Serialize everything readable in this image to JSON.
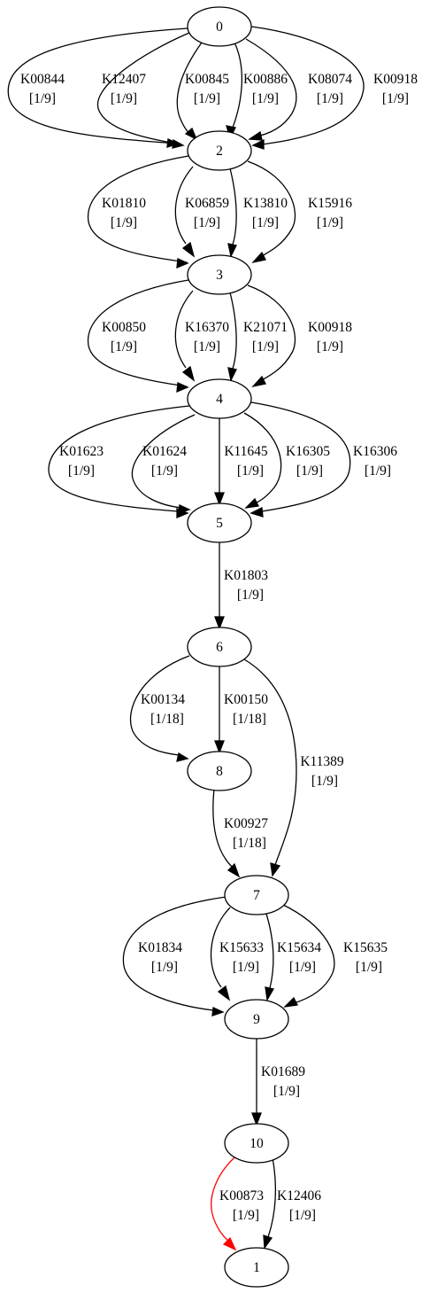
{
  "colors": {
    "default_edge": "#000000",
    "highlight_edge": "#ff0000"
  },
  "nodes": {
    "n0": "0",
    "n1": "1",
    "n2": "2",
    "n3": "3",
    "n4": "4",
    "n5": "5",
    "n6": "6",
    "n7": "7",
    "n8": "8",
    "n9": "9",
    "n10": "10"
  },
  "edges": [
    {
      "from": "0",
      "to": "2",
      "ko": "K00844",
      "weight": "[1/9]"
    },
    {
      "from": "0",
      "to": "2",
      "ko": "K12407",
      "weight": "[1/9]"
    },
    {
      "from": "0",
      "to": "2",
      "ko": "K00845",
      "weight": "[1/9]"
    },
    {
      "from": "0",
      "to": "2",
      "ko": "K00886",
      "weight": "[1/9]"
    },
    {
      "from": "0",
      "to": "2",
      "ko": "K08074",
      "weight": "[1/9]"
    },
    {
      "from": "0",
      "to": "2",
      "ko": "K00918",
      "weight": "[1/9]"
    },
    {
      "from": "2",
      "to": "3",
      "ko": "K01810",
      "weight": "[1/9]"
    },
    {
      "from": "2",
      "to": "3",
      "ko": "K06859",
      "weight": "[1/9]"
    },
    {
      "from": "2",
      "to": "3",
      "ko": "K13810",
      "weight": "[1/9]"
    },
    {
      "from": "2",
      "to": "3",
      "ko": "K15916",
      "weight": "[1/9]"
    },
    {
      "from": "3",
      "to": "4",
      "ko": "K00850",
      "weight": "[1/9]"
    },
    {
      "from": "3",
      "to": "4",
      "ko": "K16370",
      "weight": "[1/9]"
    },
    {
      "from": "3",
      "to": "4",
      "ko": "K21071",
      "weight": "[1/9]"
    },
    {
      "from": "3",
      "to": "4",
      "ko": "K00918",
      "weight": "[1/9]"
    },
    {
      "from": "4",
      "to": "5",
      "ko": "K01623",
      "weight": "[1/9]"
    },
    {
      "from": "4",
      "to": "5",
      "ko": "K01624",
      "weight": "[1/9]"
    },
    {
      "from": "4",
      "to": "5",
      "ko": "K11645",
      "weight": "[1/9]"
    },
    {
      "from": "4",
      "to": "5",
      "ko": "K16305",
      "weight": "[1/9]"
    },
    {
      "from": "4",
      "to": "5",
      "ko": "K16306",
      "weight": "[1/9]"
    },
    {
      "from": "5",
      "to": "6",
      "ko": "K01803",
      "weight": "[1/9]"
    },
    {
      "from": "6",
      "to": "8",
      "ko": "K00134",
      "weight": "[1/18]"
    },
    {
      "from": "6",
      "to": "8",
      "ko": "K00150",
      "weight": "[1/18]"
    },
    {
      "from": "6",
      "to": "7",
      "ko": "K11389",
      "weight": "[1/9]"
    },
    {
      "from": "8",
      "to": "7",
      "ko": "K00927",
      "weight": "[1/18]"
    },
    {
      "from": "7",
      "to": "9",
      "ko": "K01834",
      "weight": "[1/9]"
    },
    {
      "from": "7",
      "to": "9",
      "ko": "K15633",
      "weight": "[1/9]"
    },
    {
      "from": "7",
      "to": "9",
      "ko": "K15634",
      "weight": "[1/9]"
    },
    {
      "from": "7",
      "to": "9",
      "ko": "K15635",
      "weight": "[1/9]"
    },
    {
      "from": "9",
      "to": "10",
      "ko": "K01689",
      "weight": "[1/9]"
    },
    {
      "from": "10",
      "to": "1",
      "ko": "K00873",
      "weight": "[1/9]",
      "highlight": true
    },
    {
      "from": "10",
      "to": "1",
      "ko": "K12406",
      "weight": "[1/9]"
    }
  ]
}
